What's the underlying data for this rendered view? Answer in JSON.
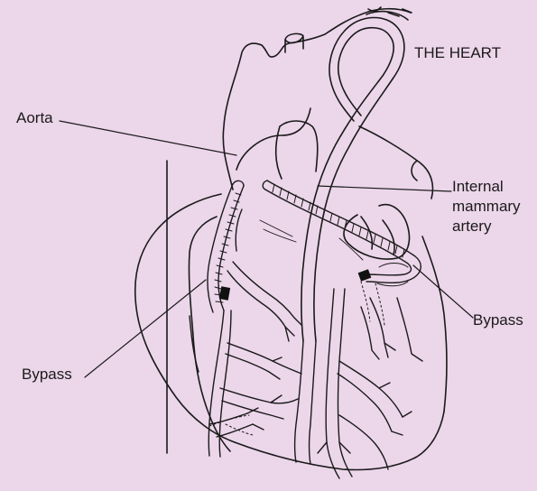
{
  "title": "THE HEART",
  "labels": {
    "aorta": "Aorta",
    "internal_mammary_artery": [
      "Internal",
      "mammary",
      "artery"
    ],
    "bypass_right": "Bypass",
    "bypass_left": "Bypass"
  },
  "colors": {
    "background": "#ecd6ea",
    "line": "#1a1a1a",
    "graft_fill": "#ffffff",
    "anastomosis": "#111111"
  }
}
